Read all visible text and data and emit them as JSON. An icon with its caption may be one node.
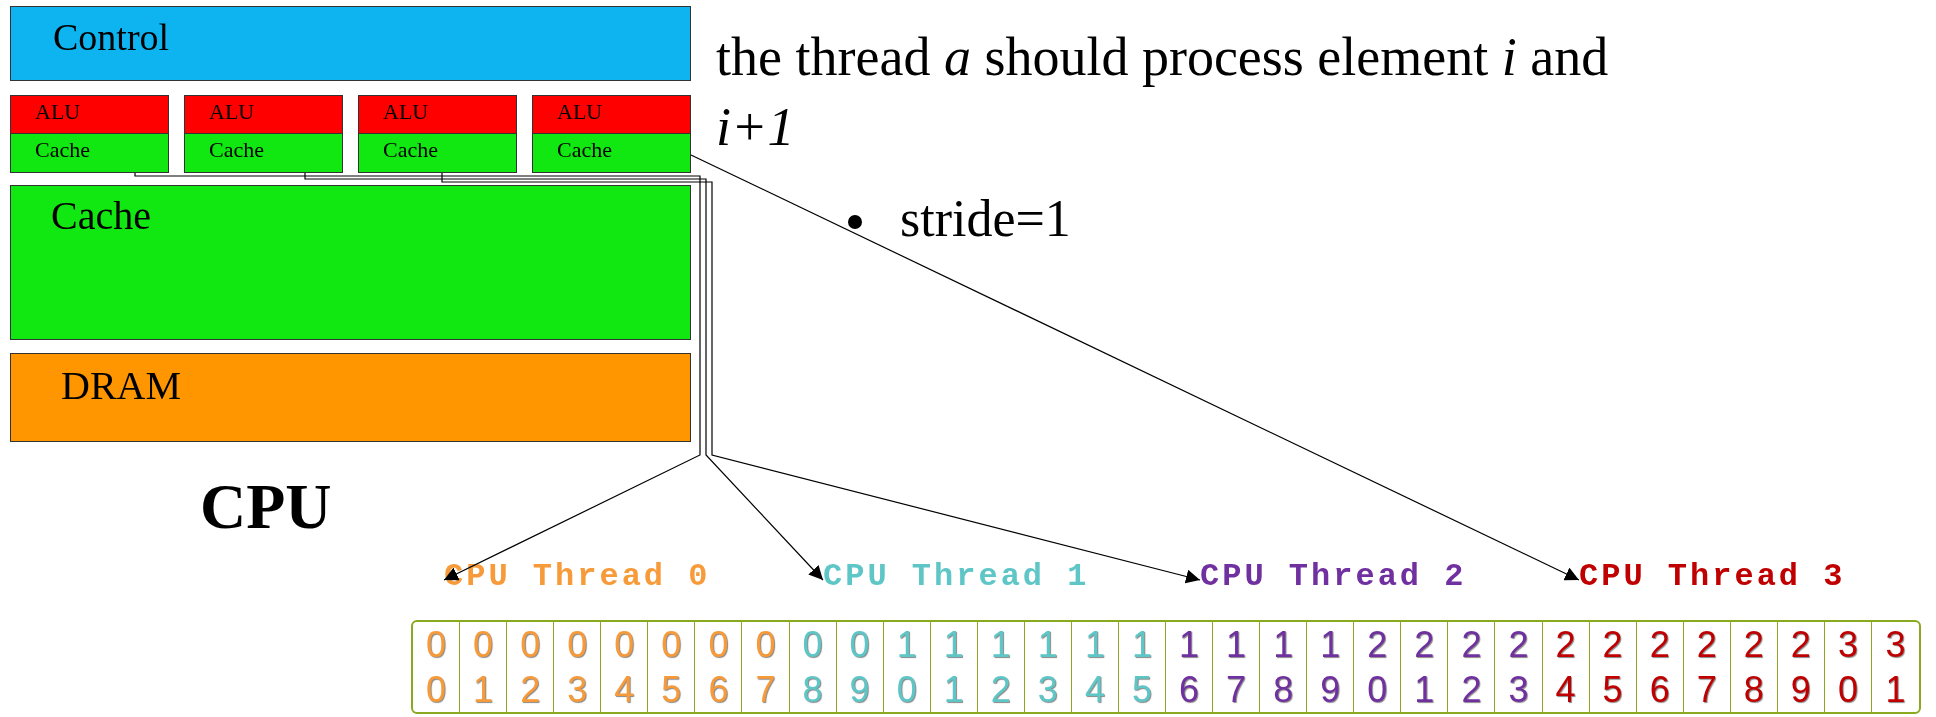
{
  "diagram": {
    "nodes": [
      {
        "text": [
          "Control"
        ]
      },
      {
        "text": [
          "ALU",
          "Cache"
        ]
      },
      {
        "text": [
          "ALU",
          "Cache"
        ]
      },
      {
        "text": [
          "ALU",
          "Cache"
        ]
      },
      {
        "text": [
          "ALU",
          "Cache"
        ]
      },
      {
        "text": [
          "Cache"
        ]
      },
      {
        "text": [
          "DRAM"
        ]
      },
      {
        "text": [
          "CPU Thread 0"
        ]
      },
      {
        "text": [
          "CPU Thread 1"
        ]
      },
      {
        "text": [
          "CPU Thread 2"
        ]
      },
      {
        "text": [
          "CPU Thread 3"
        ]
      }
    ],
    "edges": [
      {
        "from": 1,
        "to": 7,
        "arrow": "to"
      },
      {
        "from": 2,
        "to": 8,
        "arrow": "to"
      },
      {
        "from": 3,
        "to": 9,
        "arrow": "to"
      },
      {
        "from": 4,
        "to": 10,
        "arrow": "to"
      }
    ],
    "labels": [
      "the thread *a* should process element *i* and *i+1*",
      "stride=1",
      "CPU",
      "0",
      "0",
      "0",
      "0",
      "0",
      "0",
      "0",
      "0",
      "0",
      "0",
      "1",
      "1",
      "1",
      "1",
      "1",
      "1",
      "1",
      "1",
      "1",
      "1",
      "2",
      "2",
      "2",
      "2",
      "2",
      "2",
      "2",
      "2",
      "2",
      "2",
      "3",
      "3",
      "0",
      "1",
      "2",
      "3",
      "4",
      "5",
      "6",
      "7",
      "8",
      "9",
      "0",
      "1",
      "2",
      "3",
      "4",
      "5",
      "6",
      "7",
      "8",
      "9",
      "0",
      "1",
      "2",
      "3",
      "4",
      "5",
      "6",
      "7",
      "8",
      "9",
      "0",
      "1"
    ]
  }
}
